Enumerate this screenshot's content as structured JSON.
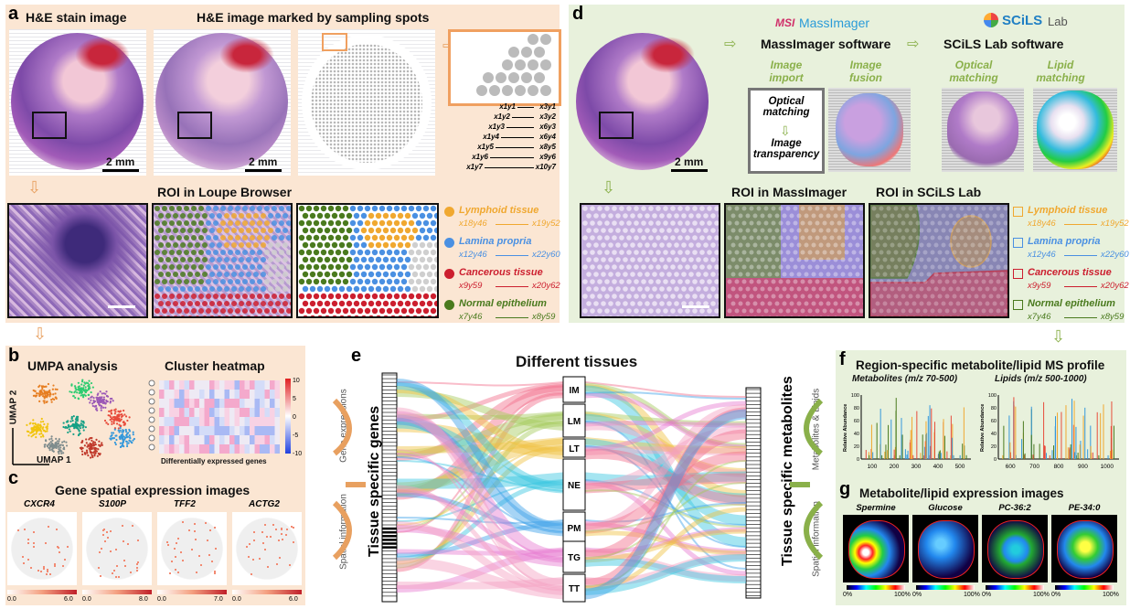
{
  "panels": {
    "a": {
      "letter": "a",
      "title_left": "H&E stain image",
      "title_right": "H&E image marked by sampling spots",
      "scale": "2 mm",
      "roi_title": "ROI in Loupe Browser"
    },
    "b": {
      "letter": "b",
      "umap_title": "UMPA analysis",
      "heatmap_title": "Cluster heatmap",
      "umap_x": "UMAP 1",
      "umap_y": "UMAP 2",
      "heatmap_xlabel": "Differentially expressed genes",
      "ticks": [
        "10",
        "5",
        "0",
        "-5",
        "-10"
      ]
    },
    "c": {
      "letter": "c",
      "title": "Gene spatial expression images",
      "genes": [
        {
          "name": "CXCR4",
          "min": "0.0",
          "max": "6.0"
        },
        {
          "name": "S100P",
          "min": "0.0",
          "max": "8.0"
        },
        {
          "name": "TFF2",
          "min": "0.0",
          "max": "7.0"
        },
        {
          "name": "ACTG2",
          "min": "0.0",
          "max": "6.0"
        }
      ]
    },
    "d": {
      "letter": "d",
      "msi_brand": "MassImager",
      "scils_brand": "Lab",
      "scils_logo": "SCiLS",
      "msi_logo": "MSI",
      "msi_software": "MassImager software",
      "scils_software": "SCiLS Lab software",
      "step_import": "Image import",
      "step_fusion": "Image fusion",
      "step_optical": "Optical matching",
      "step_lipid": "Lipid matching",
      "box_top": "Optical matching",
      "box_bottom": "Image transparency",
      "scale": "2 mm",
      "roi_msi": "ROI in MassImager",
      "roi_scils": "ROI in SCiLS Lab"
    },
    "e": {
      "letter": "e",
      "title": "Different tissues",
      "left_label": "Tissue specific genes",
      "right_label": "Tissue specific metabolites",
      "tissues": [
        "IM",
        "LM",
        "LT",
        "NE",
        "PM",
        "TG",
        "TT"
      ],
      "left_side_label": "Gene expressions",
      "left_side_label2": "Spatial information",
      "right_side_label": "Metabolites & Lipids",
      "right_side_label2": "Spatial information"
    },
    "f": {
      "letter": "f",
      "title": "Region-specific metabolite/lipid MS profile",
      "met_title": "Metabolites (m/z 70-500)",
      "lip_title": "Lipids (m/z 500-1000)",
      "ylabel": "Relative Abundance",
      "met_ticks": [
        "100",
        "200",
        "300",
        "400",
        "500"
      ],
      "lip_ticks": [
        "600",
        "700",
        "800",
        "900",
        "1000"
      ],
      "y_ticks": [
        "100",
        "80",
        "60",
        "40",
        "20",
        "0"
      ]
    },
    "g": {
      "letter": "g",
      "title": "Metabolite/lipid expression images",
      "items": [
        "Spermine",
        "Glucose",
        "PC-36:2",
        "PE-34:0"
      ],
      "cb_min": "0%",
      "cb_max": "100%"
    }
  },
  "coords": [
    [
      "x1y1",
      "x3y1"
    ],
    [
      "x1y2",
      "x3y2"
    ],
    [
      "x1y3",
      "x6y3"
    ],
    [
      "x1y4",
      "x6y4"
    ],
    [
      "x1y5",
      "x8y5"
    ],
    [
      "x1y6",
      "x9y6"
    ],
    [
      "x1y7",
      "x10y7"
    ]
  ],
  "legend": [
    {
      "name": "Lymphoid tissue",
      "from": "x18y46",
      "to": "x19y52",
      "color": "#f0a830"
    },
    {
      "name": "Lamina propria",
      "from": "x12y46",
      "to": "x22y60",
      "color": "#4a90e2"
    },
    {
      "name": "Cancerous tissue",
      "from": "x9y59",
      "to": "x20y62",
      "color": "#cc1f2f"
    },
    {
      "name": "Normal epithelium",
      "from": "x7y46",
      "to": "x8y59",
      "color": "#4a7a1e"
    }
  ],
  "colors": {
    "orange_bg": "#fbe6d3",
    "green_bg": "#e8f1dc",
    "lymphoid": "#f0a830",
    "lamina": "#4a90e2",
    "cancer": "#cc1f2f",
    "normal": "#4a7a1e"
  }
}
